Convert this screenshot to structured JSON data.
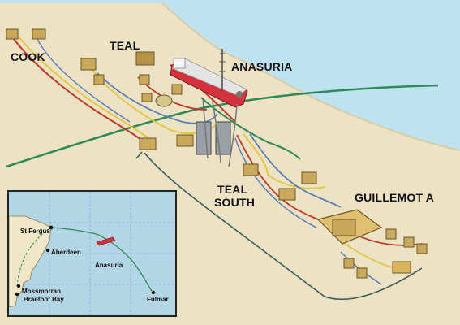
{
  "field_labels": {
    "cook": "COOK",
    "teal": "TEAL",
    "anasuria": "ANASURIA",
    "teal_south_line1": "TEAL",
    "teal_south_line2": "SOUTH",
    "guillemot_a": "GUILLEMOT A"
  },
  "inset_map": {
    "st_fergus": "St Fergus",
    "aberdeen": "Aberdeen",
    "anasuria": "Anasuria",
    "mossmorran": "Mossmorran",
    "braefoot_bay": "Braefoot Bay",
    "fulmar": "Fulmar"
  },
  "colors": {
    "sea": "#b5dcec",
    "seabed": "#ede2c3",
    "pipeline_red": "#c0392b",
    "pipeline_yellow": "#e2c84a",
    "pipeline_blue": "#5a7fb8",
    "export_line_green": "#2e8a5a",
    "land_inset": "#efe6c8",
    "sea_inset": "#b3d6e6"
  }
}
